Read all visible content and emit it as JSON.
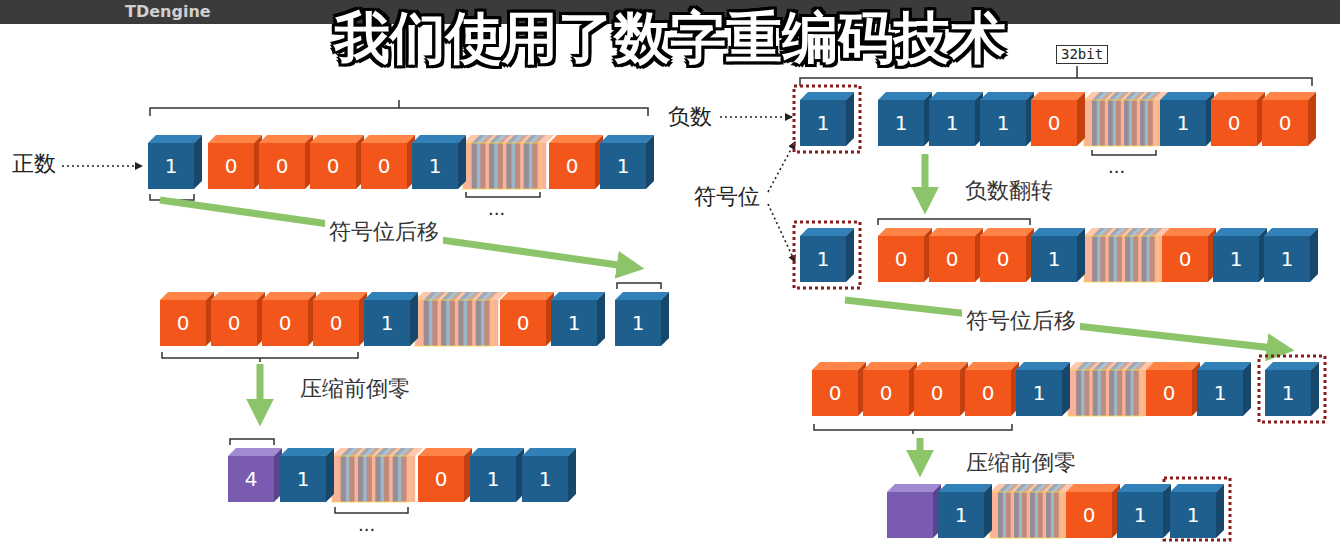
{
  "diagram": {
    "title": "我们使用了数字重编码技术",
    "nodes": [
      {
        "text": [
          "1"
        ]
      },
      {
        "text": [
          "0"
        ]
      },
      {
        "text": [
          "0"
        ]
      },
      {
        "text": [
          "0"
        ]
      },
      {
        "text": [
          "0"
        ]
      },
      {
        "text": [
          "1"
        ]
      },
      {
        "text": [
          "0"
        ]
      },
      {
        "text": [
          "1"
        ]
      },
      {
        "text": [
          "0"
        ]
      },
      {
        "text": [
          "0"
        ]
      },
      {
        "text": [
          "0"
        ]
      },
      {
        "text": [
          "0"
        ]
      },
      {
        "text": [
          "1"
        ]
      },
      {
        "text": [
          "0"
        ]
      },
      {
        "text": [
          "1"
        ]
      },
      {
        "text": [
          "1"
        ]
      },
      {
        "text": [
          "4"
        ]
      },
      {
        "text": [
          "1"
        ]
      },
      {
        "text": [
          "0"
        ]
      },
      {
        "text": [
          "1"
        ]
      },
      {
        "text": [
          "1"
        ]
      },
      {
        "text": [
          "1"
        ]
      },
      {
        "text": [
          "1"
        ]
      },
      {
        "text": [
          "1"
        ]
      },
      {
        "text": [
          "1"
        ]
      },
      {
        "text": [
          "0"
        ]
      },
      {
        "text": [
          "1"
        ]
      },
      {
        "text": [
          "0"
        ]
      },
      {
        "text": [
          "0"
        ]
      },
      {
        "text": [
          "1"
        ]
      },
      {
        "text": [
          "0"
        ]
      },
      {
        "text": [
          "0"
        ]
      },
      {
        "text": [
          "0"
        ]
      },
      {
        "text": [
          "1"
        ]
      },
      {
        "text": [
          "0"
        ]
      },
      {
        "text": [
          "1"
        ]
      },
      {
        "text": [
          "1"
        ]
      },
      {
        "text": [
          "0"
        ]
      },
      {
        "text": [
          "0"
        ]
      },
      {
        "text": [
          "0"
        ]
      },
      {
        "text": [
          "0"
        ]
      },
      {
        "text": [
          "1"
        ]
      },
      {
        "text": [
          "0"
        ]
      },
      {
        "text": [
          "1"
        ]
      },
      {
        "text": [
          "1"
        ]
      },
      {
        "text": [
          "1"
        ]
      },
      {
        "text": [
          "0"
        ]
      },
      {
        "text": [
          "1"
        ]
      },
      {
        "text": [
          "1"
        ]
      }
    ],
    "labels": [
      "TDengine",
      "正数",
      "...",
      "符号位后移",
      "压缩前倒零",
      "...",
      "32bit",
      "负数",
      "...",
      "符号位",
      "负数翻转",
      "符号位后移",
      "压缩前倒零"
    ]
  }
}
